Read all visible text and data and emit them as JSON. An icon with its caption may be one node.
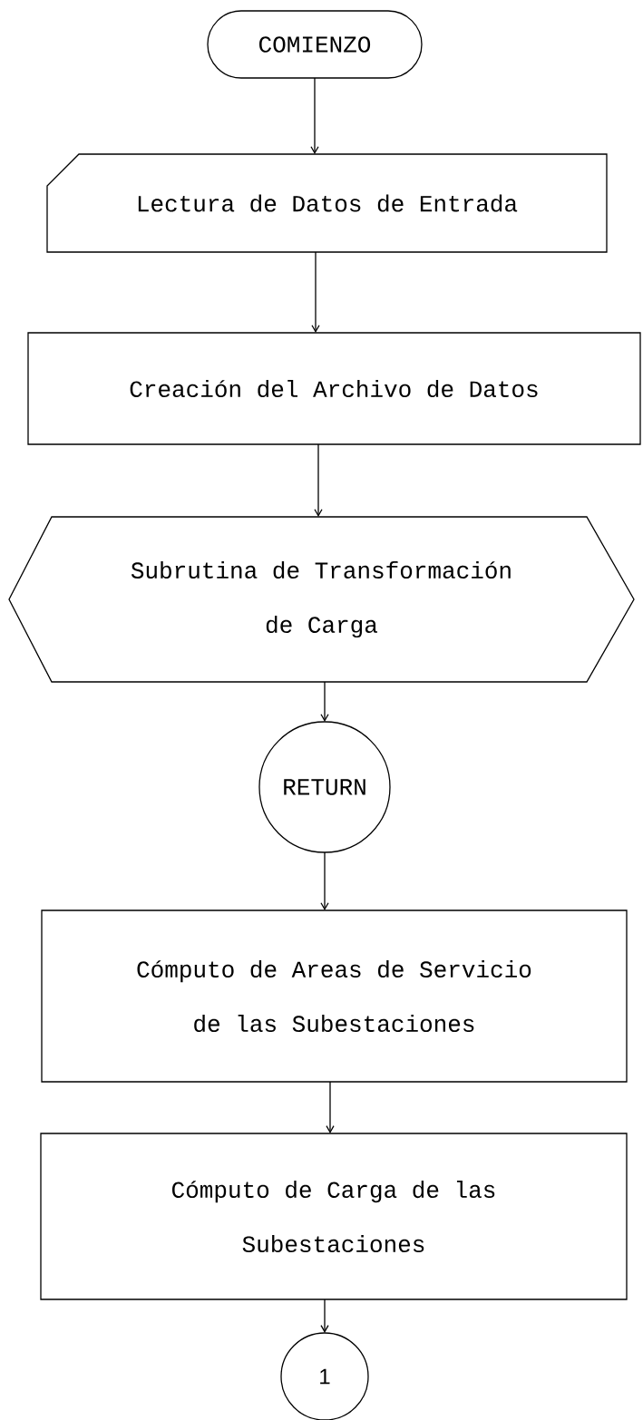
{
  "diagram": {
    "nodes": [
      {
        "text": [
          "COMIENZO"
        ]
      },
      {
        "text": [
          "Lectura de Datos de Entrada"
        ]
      },
      {
        "text": [
          "Creación del Archivo de Datos"
        ]
      },
      {
        "text": [
          "Subrutina de Transformación de Carga"
        ]
      },
      {
        "text": [
          "RETURN"
        ]
      },
      {
        "text": [
          "Cómputo de Areas de Servicio de las Subestaciones"
        ]
      },
      {
        "text": [
          "Cómputo de Carga de las Subestaciones"
        ]
      },
      {
        "text": [
          "1"
        ]
      }
    ],
    "edges": [
      {
        "from": 0,
        "to": 1,
        "arrow": "to"
      },
      {
        "from": 1,
        "to": 2,
        "arrow": "to"
      },
      {
        "from": 2,
        "to": 3,
        "arrow": "to"
      },
      {
        "from": 3,
        "to": 4,
        "arrow": "to"
      },
      {
        "from": 4,
        "to": 5,
        "arrow": "to"
      },
      {
        "from": 5,
        "to": 6,
        "arrow": "to"
      },
      {
        "from": 6,
        "to": 7,
        "arrow": "to"
      }
    ]
  }
}
